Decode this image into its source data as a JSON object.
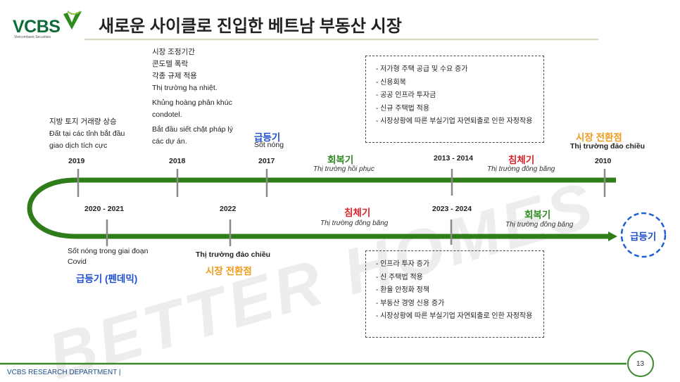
{
  "logo": {
    "name": "VCBS",
    "sub": "Vietcombank Securities"
  },
  "title": "새로운 사이클로 진입한 베트남 부동산 시장",
  "watermark": "BETTER HOMES",
  "colors": {
    "green": "#2e8b1e",
    "blue": "#1f4fd0",
    "orange": "#ef9a1a",
    "red": "#d9232a",
    "wm": "#ececec"
  },
  "top_timeline": {
    "y2019": "2019",
    "y2018": "2018",
    "y2017": "2017",
    "y2010": "2010",
    "y2013": "2013 - 2014",
    "notes_2019": [
      "지방 토지 거래량 상승",
      "Đất tại các tỉnh bắt đầu",
      "giao dịch tích cực"
    ],
    "notes_2018": [
      "시장 조정기간",
      "콘도텔 폭락",
      "각종 규제 적용",
      "Thị trường hạ nhiệt.",
      "Khủng hoàng phân khúc",
      "condotel.",
      "Bắt đầu siết chặt pháp lý",
      "các dự án."
    ],
    "phase_2017": "급등기",
    "sub_2017": "Sốt nóng",
    "phase_recovery": "회복기",
    "sub_recovery": "Thị trường hồi phục",
    "phase_stagnant": "침체기",
    "sub_stagnant": "Thị trường đông băng",
    "phase_2010": "시장 전환점",
    "sub_2010": "Thị trường đảo chiều"
  },
  "top_box": [
    "- 저가형 주택 공급 및 수요 증가",
    "- 신용회복",
    "- 공공 인프라 투자금",
    "- 신규 주택법 적용",
    "- 시장상황에 따른 부실기업 자연퇴출로 인한 자정작용"
  ],
  "bottom_timeline": {
    "y2020": "2020 - 2021",
    "y2022": "2022",
    "y2023": "2023 - 2024",
    "notes_2020": [
      "Sốt nóng trong giai đoạn",
      "Covid"
    ],
    "phase_2020": "급등기 (펜데믹)",
    "sub_2022": "Thị trường đảo chiều",
    "phase_2022": "시장 전환점",
    "phase_stagnant": "침체기",
    "sub_stagnant": "Thị trường đông băng",
    "phase_recovery": "회복기",
    "sub_recovery": "Thị trường đông băng",
    "end_label": "급등기"
  },
  "bottom_box": [
    "- 인프라 투자 증가",
    "- 신 주택법 적용",
    "- 환율 안정화 정책",
    "- 부동산 경영 신용 증가",
    "- 시장상황에 따른 부실기업 자연퇴출로 인한 자정작용"
  ],
  "footer": {
    "dept": "VCBS RESEARCH DEPARTMENT |",
    "page": "13"
  }
}
